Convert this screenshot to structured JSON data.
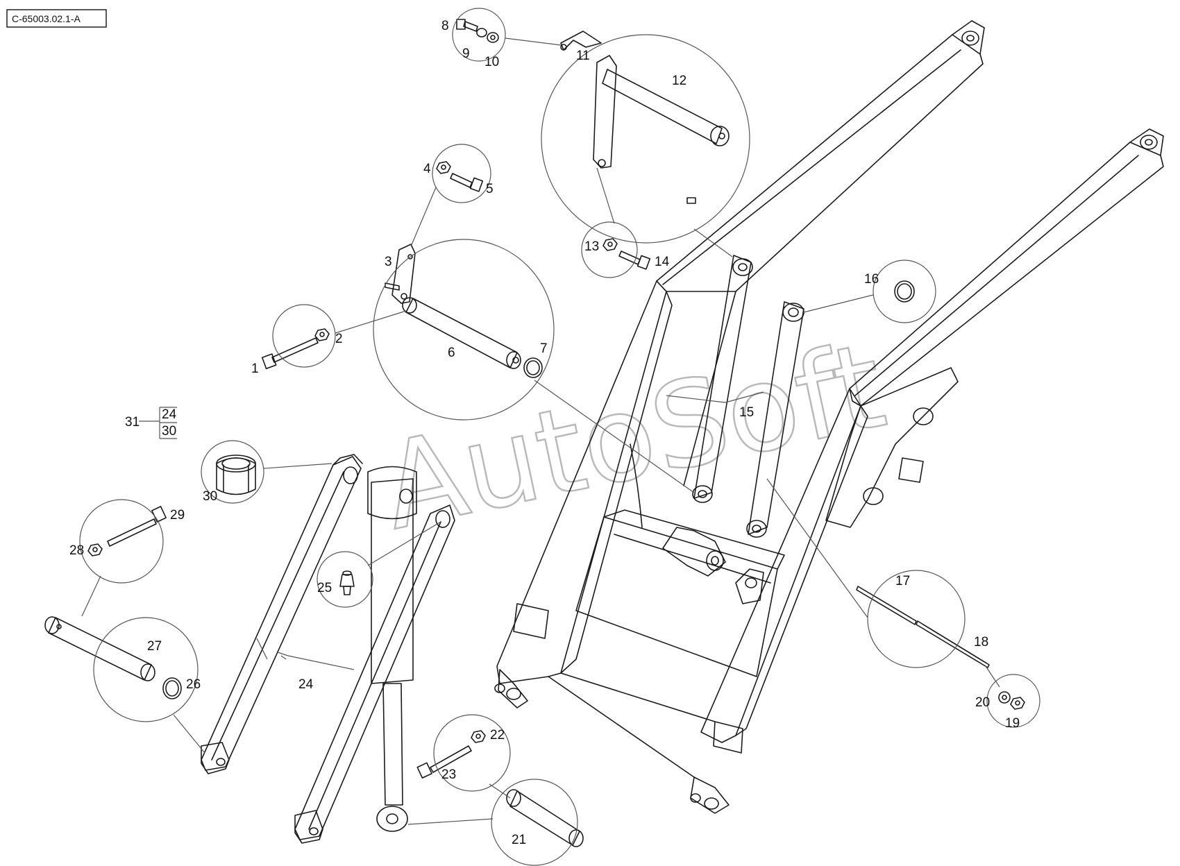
{
  "document": {
    "id": "C-65003.02.1-A",
    "watermark": "AutoSoft"
  },
  "callouts": [
    "1",
    "2",
    "3",
    "4",
    "5",
    "6",
    "7",
    "8",
    "9",
    "10",
    "11",
    "12",
    "13",
    "14",
    "15",
    "16",
    "17",
    "18",
    "19",
    "20",
    "21",
    "22",
    "23",
    "24",
    "25",
    "26",
    "27",
    "28",
    "29",
    "30",
    "31"
  ],
  "legend_31": {
    "label": "31",
    "items": [
      "24",
      "30"
    ]
  },
  "icons": [
    "bolt-icon",
    "nut-icon",
    "washer-icon",
    "pin-icon",
    "circlip-icon",
    "bushing-icon",
    "grease-nipple-icon",
    "hydraulic-cylinder-icon",
    "loader-arm-icon",
    "link-icon"
  ],
  "colors": {
    "line": "#1a1a1a",
    "leader": "#555555",
    "watermark": "#b9b9b9",
    "background": "#ffffff"
  }
}
